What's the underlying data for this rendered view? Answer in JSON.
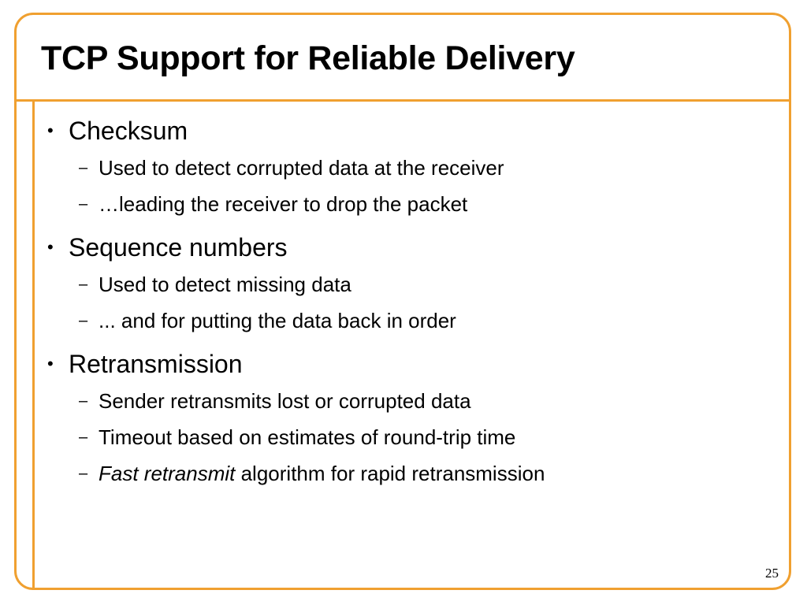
{
  "slide": {
    "title": "TCP Support for Reliable Delivery",
    "page_number": "25",
    "colors": {
      "accent": "#f0a030",
      "text": "#000000",
      "background": "#ffffff"
    },
    "bullets": [
      {
        "label": "Checksum",
        "subs": [
          "Used to detect corrupted data at the receiver",
          "…leading the receiver to drop the packet"
        ]
      },
      {
        "label": "Sequence numbers",
        "subs": [
          "Used to detect missing data",
          "... and for putting the data back in order"
        ]
      },
      {
        "label": "Retransmission",
        "subs": [
          "Sender retransmits lost or corrupted data",
          "Timeout based on estimates of round-trip time"
        ],
        "last_sub": {
          "italic": "Fast retransmit",
          "rest": " algorithm for rapid retransmission"
        }
      }
    ]
  }
}
